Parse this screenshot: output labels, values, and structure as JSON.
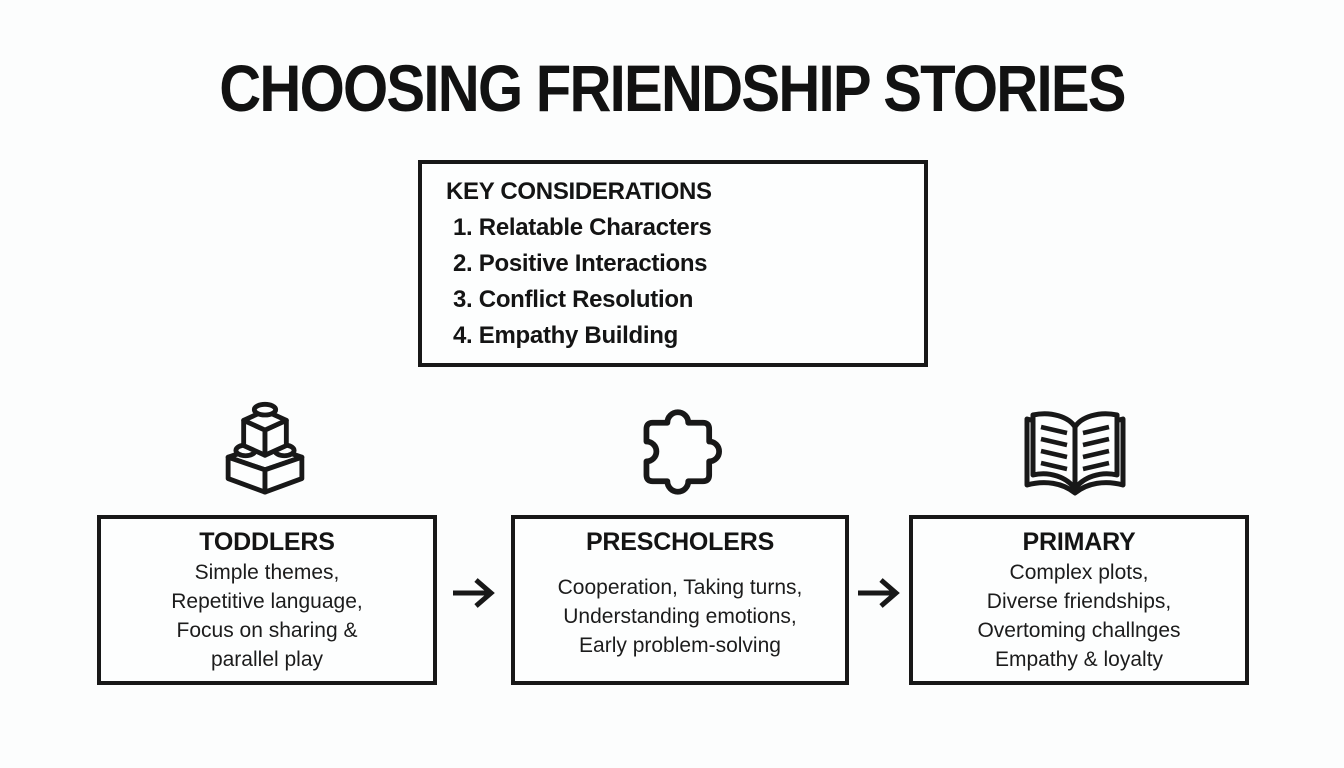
{
  "page": {
    "title": "CHOOSING FRIENDSHIP STORIES"
  },
  "key_considerations": {
    "heading": "KEY CONSIDERATIONS",
    "items": [
      "1. Relatable Characters",
      "2. Positive Interactions",
      "3. Conflict Resolution",
      "4. Empathy Building"
    ]
  },
  "stages": [
    {
      "icon": "building-blocks-icon",
      "title": "TODDLERS",
      "lines": [
        "Simple themes,",
        "Repetitive language,",
        "Focus on sharing &",
        "parallel play"
      ]
    },
    {
      "icon": "puzzle-piece-icon",
      "title": "PRESCHOLERS",
      "lines": [
        "Cooperation, Taking turns,",
        "Understanding emotions,",
        "Early problem-solving"
      ]
    },
    {
      "icon": "open-book-icon",
      "title": "PRIMARY",
      "lines": [
        "Complex plots,",
        "Diverse friendships,",
        "Overtoming challnges",
        "Empathy & loyalty"
      ]
    }
  ],
  "colors": {
    "background": "#fcfdfd",
    "ink": "#141414",
    "border": "#181818"
  }
}
